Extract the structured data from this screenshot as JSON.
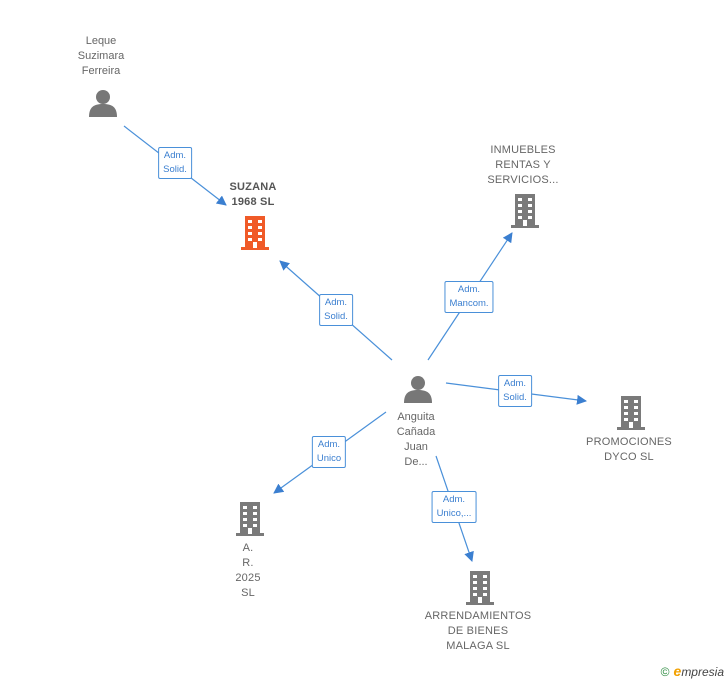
{
  "colors": {
    "edge": "#4a90d9",
    "person": "#777777",
    "company": "#7a7a7a",
    "main_company": "#f05a28",
    "label_border": "#4a90d9"
  },
  "nodes": {
    "leque": {
      "label": "Leque\nSuzimara\nFerreira",
      "icon": "person-icon"
    },
    "suzana": {
      "label": "SUZANA\n1968  SL",
      "icon": "building-icon"
    },
    "inmuebles": {
      "label": "INMUEBLES\nRENTAS Y\nSERVICIOS...",
      "icon": "building-icon"
    },
    "anguita": {
      "label": "Anguita\nCañada\nJuan De...",
      "icon": "person-icon"
    },
    "promociones": {
      "label": "PROMOCIONES\nDYCO  SL",
      "icon": "building-icon"
    },
    "ar2025": {
      "label": "A. R. 2025  SL",
      "icon": "building-icon"
    },
    "arrendamientos": {
      "label": "ARRENDAMIENTOS\nDE BIENES\nMALAGA SL",
      "icon": "building-icon"
    }
  },
  "edges": {
    "leque_suzana": "Adm.\nSolid.",
    "anguita_suzana": "Adm.\nSolid.",
    "anguita_inmuebles": "Adm.\nMancom.",
    "anguita_promociones": "Adm.\nSolid.",
    "anguita_ar2025": "Adm.\nUnico",
    "anguita_arrendamientos": "Adm.\nUnico,..."
  },
  "footer": {
    "copyright": "©",
    "brand_initial": "e",
    "brand_rest": "mpresia"
  }
}
